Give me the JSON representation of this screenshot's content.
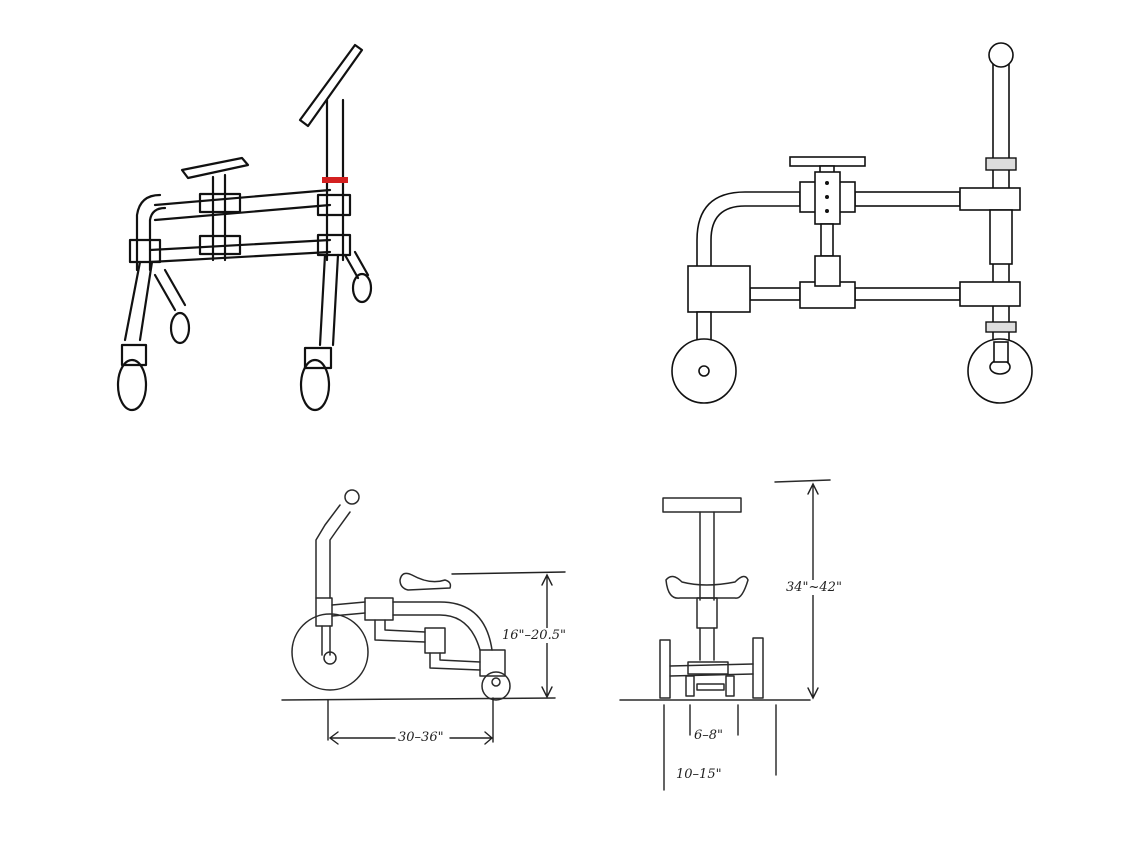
{
  "figures": {
    "sketch_perspective": {
      "highlight_color": "#d42020"
    },
    "clean_side_view": {},
    "side_dimensions": {
      "seat_height": "16\"–20.5\"",
      "wheelbase": "30–36\""
    },
    "front_dimensions": {
      "overall_height": "34\"~42\"",
      "inner_width": "6–8\"",
      "outer_width": "10–15\""
    }
  }
}
